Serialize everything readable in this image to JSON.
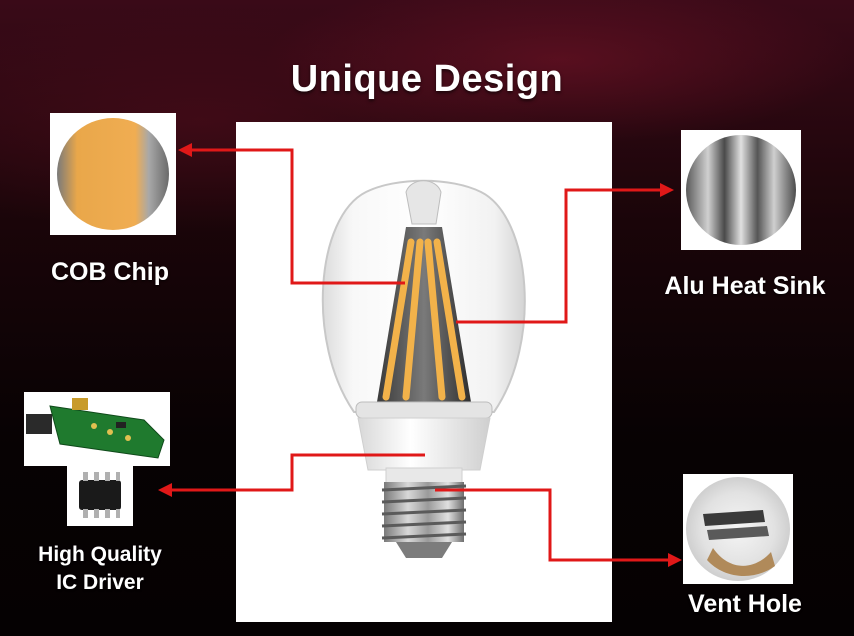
{
  "title": "Unique Design",
  "features": {
    "cob_chip": "COB Chip",
    "alu_heat_sink": "Alu Heat Sink",
    "ic_driver_line1": "High Quality",
    "ic_driver_line2": "IC Driver",
    "vent_hole": "Vent Hole"
  },
  "colors": {
    "arrow": "#e01818",
    "text": "#ffffff",
    "filament": "#f2b24a"
  }
}
